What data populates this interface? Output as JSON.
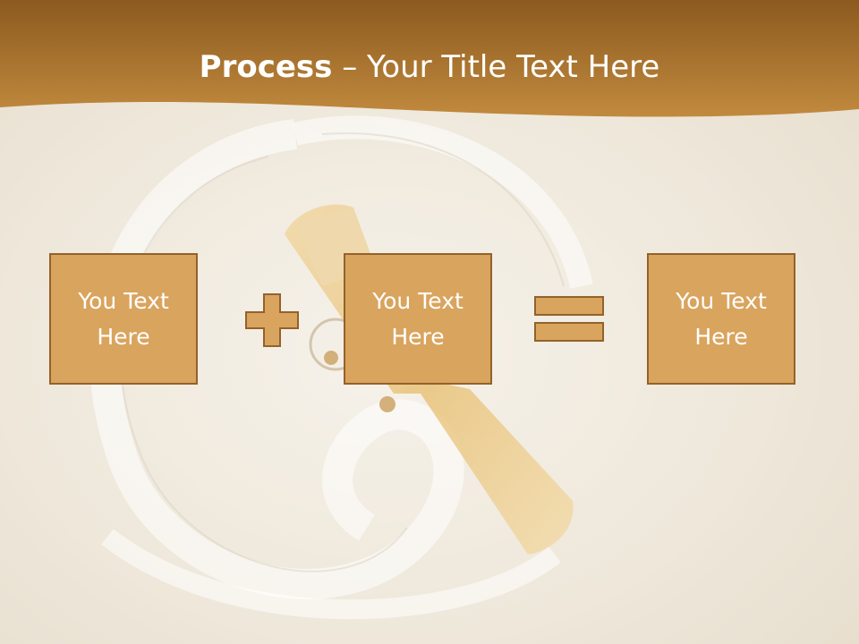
{
  "header": {
    "title_strong": "Process",
    "title_separator": " – ",
    "title_rest": "Your Title Text Here"
  },
  "process": {
    "steps": [
      {
        "label": "You Text Here"
      },
      {
        "label": "You Text Here"
      },
      {
        "label": "You Text Here"
      }
    ],
    "operators": [
      "plus-icon",
      "equals-icon"
    ]
  },
  "colors": {
    "header_band": "#a06d2a",
    "box_fill": "#d9a45e",
    "box_border": "#93622a",
    "background": "#f1ece1"
  }
}
